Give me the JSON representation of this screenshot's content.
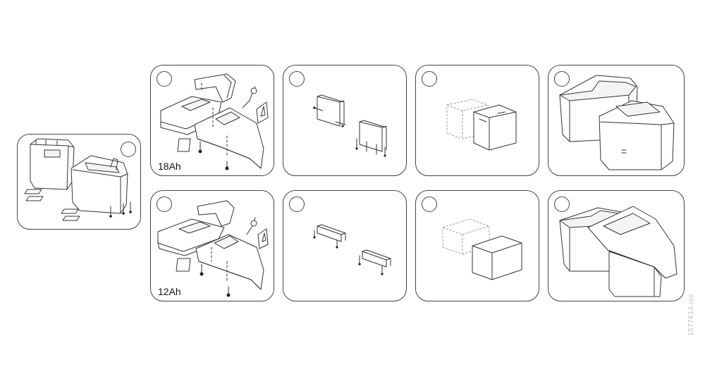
{
  "panels": {
    "overview": {},
    "step_18ah_a": {
      "label": "18Ah"
    },
    "step_18ah_b": {},
    "step_18ah_c": {},
    "step_18ah_d": {},
    "step_12ah_a": {
      "label": "12Ah"
    },
    "step_12ah_b": {},
    "step_12ah_c": {},
    "step_12ah_d": {}
  },
  "reference_code": "1577614.iso",
  "colors": {
    "line": "#333333",
    "frame": "#444444",
    "background": "#ffffff",
    "code_text": "#bdbdbd"
  },
  "icons": [
    "warning-triangle-icon",
    "screw-icon",
    "battery-icon",
    "bracket-icon",
    "battery-box-icon",
    "cable-connector-icon"
  ]
}
